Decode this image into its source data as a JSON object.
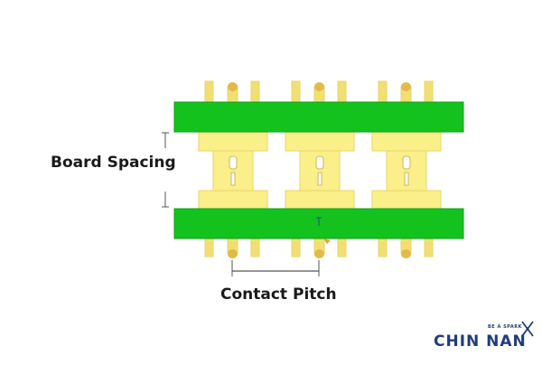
{
  "labels": {
    "board_spacing": "Board Spacing",
    "contact_pitch": "Contact Pitch"
  },
  "logo": {
    "name": "CHIN NAN",
    "tagline": "BE A SPARK",
    "icon": "spark-star-icon"
  },
  "colors": {
    "board": "#14c21e",
    "board_edge": "#0ea316",
    "housing": "#fbef8a",
    "housing_edge": "#e7d66a",
    "pin": "#f2df74",
    "pin_tip": "#e3b94a",
    "dimension_line": "#555555",
    "logo": "#1f3d7a"
  }
}
